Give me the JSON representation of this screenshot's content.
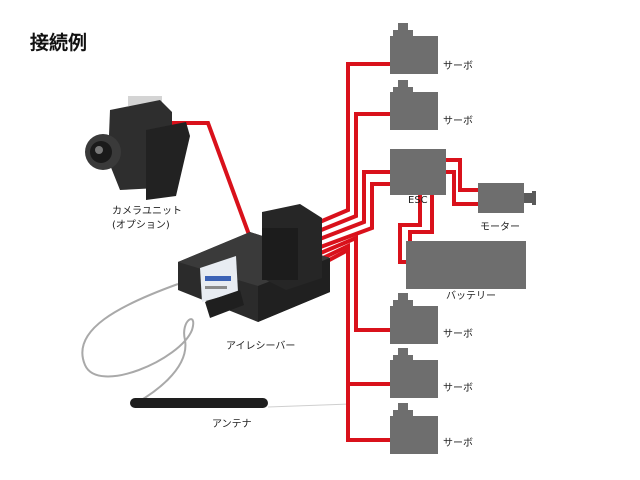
{
  "title": "接続例",
  "labels": {
    "servo": "サーボ",
    "esc": "ESC",
    "motor": "モーター",
    "battery": "バッテリー",
    "camera_line1": "カメラユニット",
    "camera_line2": "(オプション)",
    "receiver": "アイレシーバー",
    "antenna": "アンテナ"
  },
  "colors": {
    "wire": "#d9111b",
    "device": "#6e6e6e",
    "device_dark": "#4e4e4e",
    "receiver": "#2b2b2b"
  }
}
